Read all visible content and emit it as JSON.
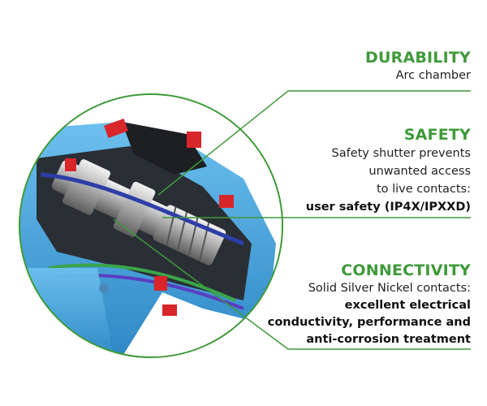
{
  "accent_color": "#3f9a3a",
  "callouts": [
    {
      "heading": "DURABILITY",
      "lines": [
        "Arc chamber"
      ]
    },
    {
      "heading": "SAFETY",
      "lines": [
        "Safety shutter prevents",
        "unwanted access",
        "to live contacts:",
        "user safety (IP4X/IPXXD)"
      ]
    },
    {
      "heading": "CONNECTIVITY",
      "lines": [
        "Solid Silver Nickel contacts:",
        "excellent electrical",
        "conductivity, performance and",
        "anti-corrosion treatment"
      ]
    }
  ]
}
